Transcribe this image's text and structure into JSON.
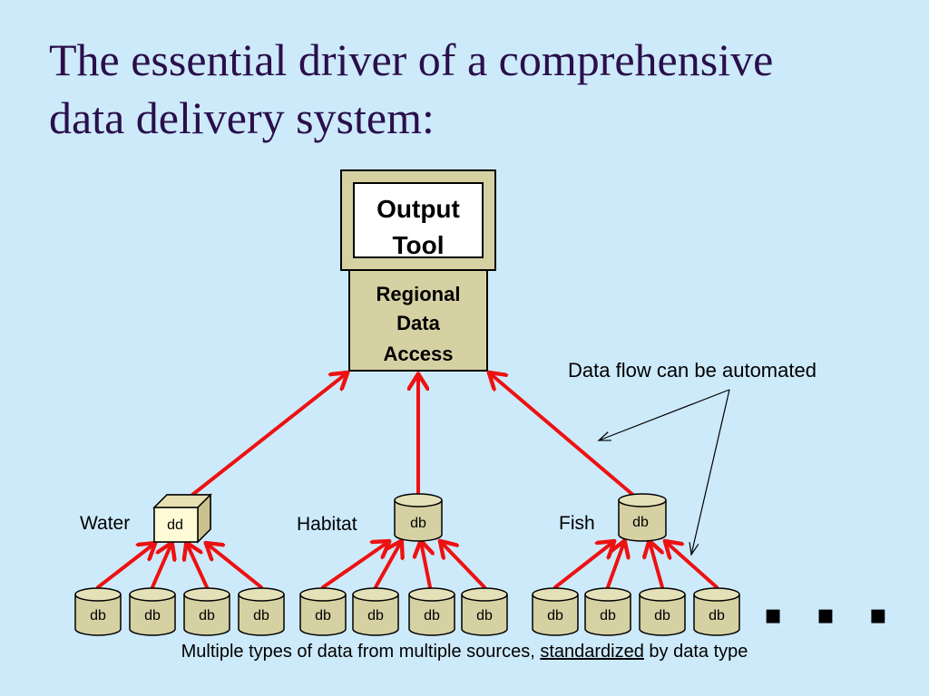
{
  "title": {
    "line1": "The essential driver of a comprehensive",
    "line2": "data delivery system:"
  },
  "output_tool": {
    "line1": "Output",
    "line2": "Tool"
  },
  "regional": {
    "line1": "Regional",
    "line2": "Data",
    "line3": "Access"
  },
  "annotation": "Data flow can be automated",
  "groups": [
    {
      "label": "Water",
      "node": "dd",
      "sources": [
        "db",
        "db",
        "db",
        "db"
      ]
    },
    {
      "label": "Habitat",
      "node": "db",
      "sources": [
        "db",
        "db",
        "db",
        "db"
      ]
    },
    {
      "label": "Fish",
      "node": "db",
      "sources": [
        "db",
        "db",
        "db",
        "db"
      ]
    }
  ],
  "ellipsis": "▪ ▪ ▪",
  "caption": {
    "before": "Multiple types of data from multiple sources, ",
    "underlined": "standardized",
    "after": " by data type"
  },
  "colors": {
    "box_fill": "#d5d1a3",
    "arrow": "#ee1111",
    "cube_fill": "#fffbd6",
    "title": "#2a0f4a"
  }
}
